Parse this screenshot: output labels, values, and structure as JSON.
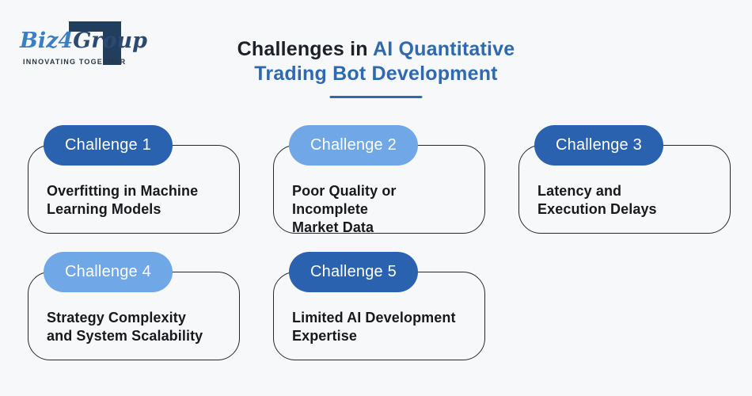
{
  "page": {
    "background_color": "#f7f8fa",
    "accent_blue_dark": "#2b62af",
    "accent_blue_light": "#70a7e7",
    "title_blue": "#2e69b2",
    "text_dark": "#17191c"
  },
  "logo": {
    "brand_part1": "Biz",
    "brand_part2": "4",
    "brand_part3": "Group",
    "tagline": "INNOVATING TOGETHER",
    "bracket_color": "#223e5e",
    "blue_color": "#3b7ec6",
    "navy_color": "#2c4a70"
  },
  "title": {
    "prefix_dark": "Challenges in ",
    "highlight_line1": "AI Quantitative",
    "line2_blue": "Trading Bot Development"
  },
  "challenges": [
    {
      "label": "Challenge 1",
      "line1": "Overfitting in Machine",
      "line2": "Learning Models",
      "pill_color": "#2b62af"
    },
    {
      "label": "Challenge 2",
      "line1": "Poor Quality or Incomplete",
      "line2": "Market Data",
      "pill_color": "#70a7e7"
    },
    {
      "label": "Challenge 3",
      "line1": "Latency and",
      "line2": "Execution Delays",
      "pill_color": "#2b62af"
    },
    {
      "label": "Challenge 4",
      "line1": "Strategy Complexity",
      "line2": "and System Scalability",
      "pill_color": "#70a7e7"
    },
    {
      "label": "Challenge 5",
      "line1": "Limited AI Development",
      "line2": "Expertise",
      "pill_color": "#2b62af"
    }
  ]
}
